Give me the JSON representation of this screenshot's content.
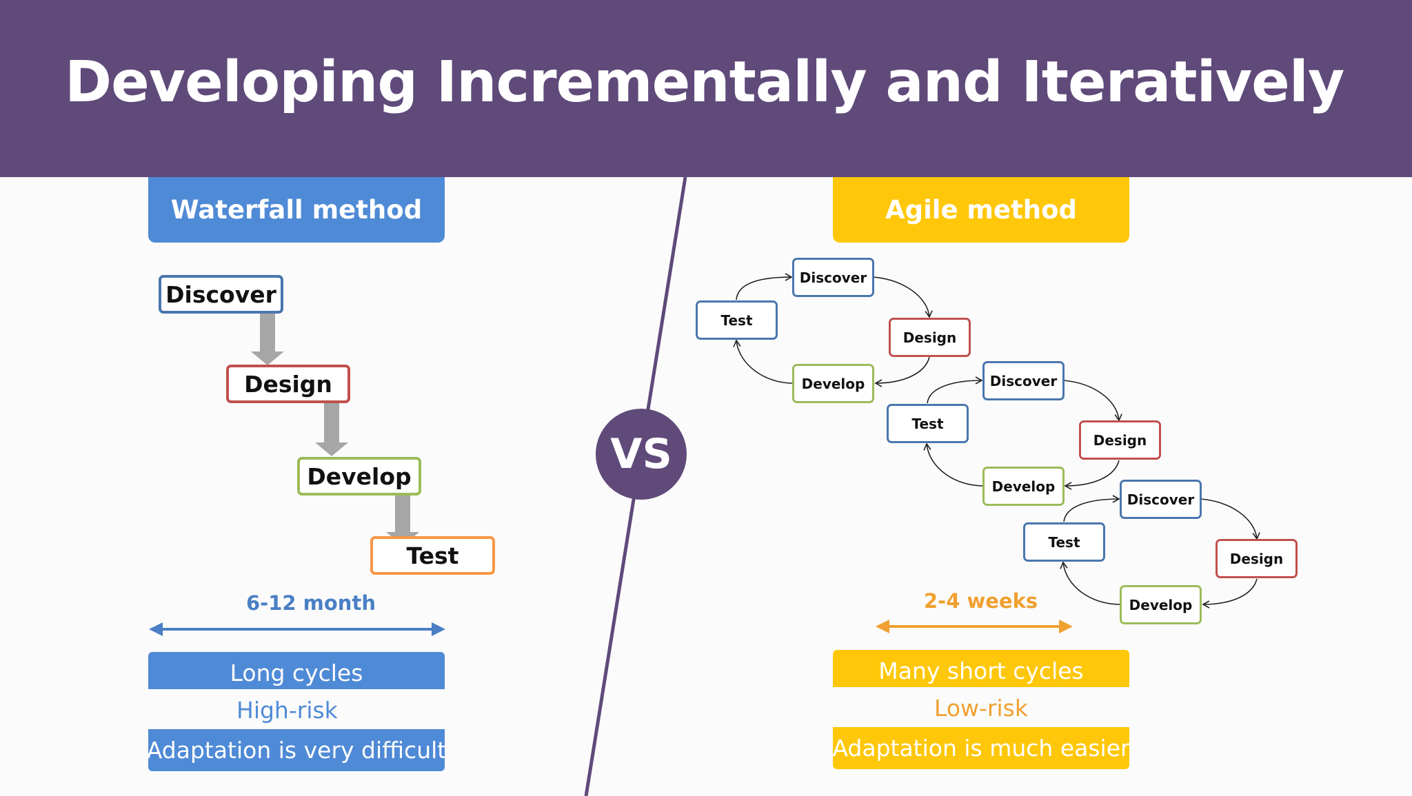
{
  "title": "Developing Incrementally and Iteratively",
  "vs_label": "VS",
  "waterfall": {
    "heading": "Waterfall method",
    "steps": [
      "Discover",
      "Design",
      "Develop",
      "Test"
    ],
    "duration": "6-12 month",
    "bands": [
      "Long cycles",
      "High-risk",
      "Adaptation is very difficult"
    ]
  },
  "agile": {
    "heading": "Agile method",
    "cycles": [
      {
        "discover": "Discover",
        "design": "Design",
        "develop": "Develop",
        "test": "Test"
      },
      {
        "discover": "Discover",
        "design": "Design",
        "develop": "Develop",
        "test": "Test"
      },
      {
        "discover": "Discover",
        "design": "Design",
        "develop": "Develop",
        "test": "Test"
      }
    ],
    "duration": "2-4 weeks",
    "bands": [
      "Many short cycles",
      "Low-risk",
      "Adaptation is much easier"
    ]
  },
  "colors": {
    "header": "#5f4a7a",
    "waterfall_accent": "#4f8ad6",
    "agile_accent": "#ffc709",
    "discover_border": "#4a76ad",
    "design_border": "#c0504d",
    "develop_border": "#9bbb59",
    "test_border_waterfall": "#f79646",
    "step_arrow": "#a6a6a6"
  }
}
